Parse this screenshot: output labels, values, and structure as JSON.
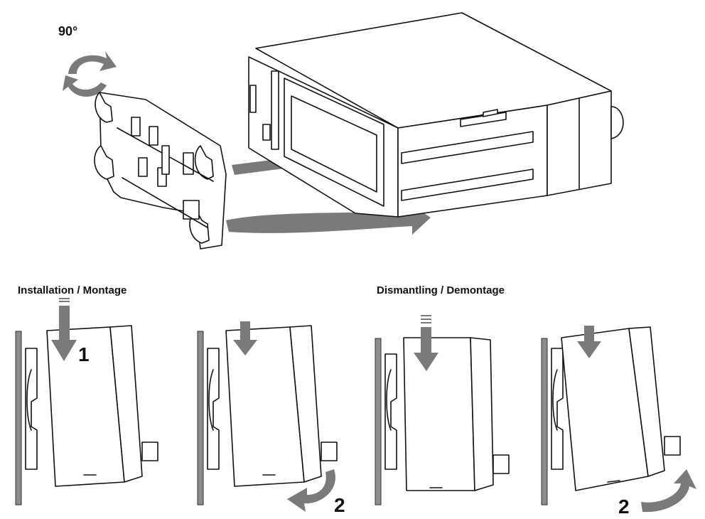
{
  "rotation_label": "90°",
  "sections": [
    {
      "title": "Installation / Montage"
    },
    {
      "title": "Dismantling / Demontage"
    }
  ],
  "steps": [
    "1",
    "2",
    "2"
  ],
  "colors": {
    "arrow": "#7a7a7a",
    "line": "#111111",
    "rail": "#8c8c8c"
  },
  "icons": [
    "rotate-arrow-icon",
    "push-arrow-icon",
    "curved-arrow-icon",
    "down-arrow-icon",
    "slide-arrow-icon"
  ]
}
